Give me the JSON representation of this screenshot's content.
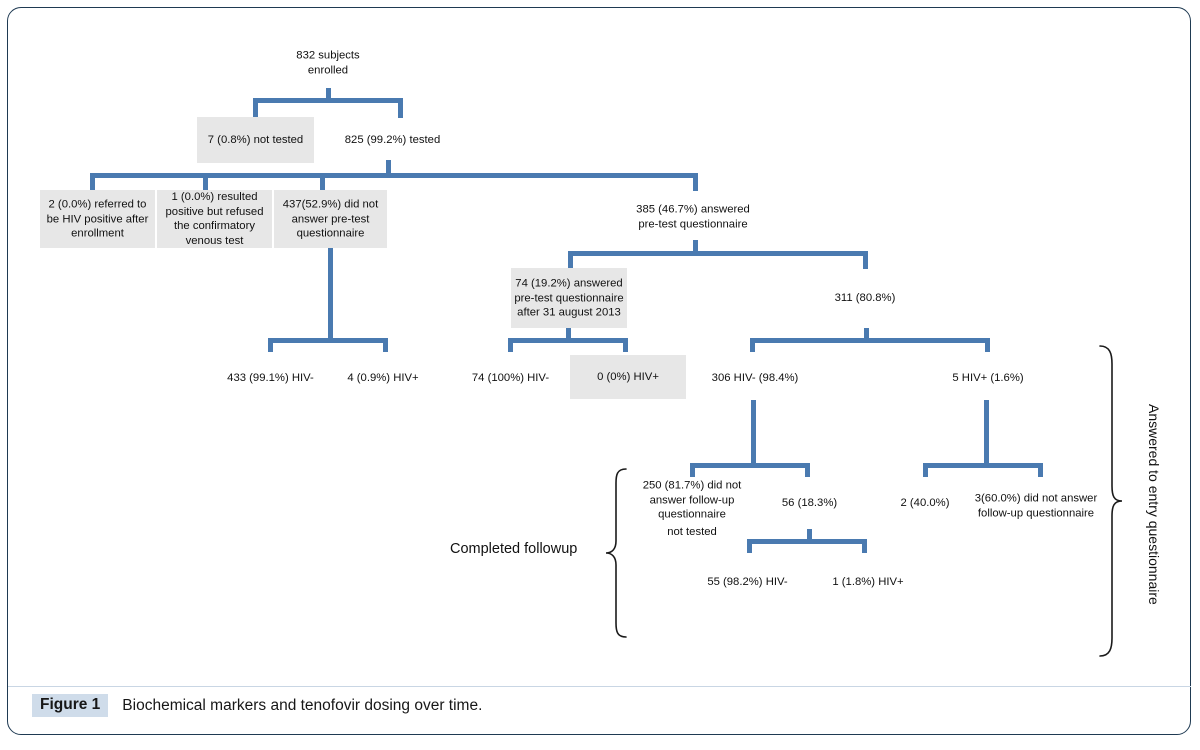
{
  "figure": {
    "label": "Figure 1",
    "caption": "Biochemical markers and tenofovir dosing over time."
  },
  "colors": {
    "connector": "#4a7ab0",
    "box_fill": "#e7e7e7",
    "frame_border": "#1f3a52",
    "caption_highlight": "#cfdcea"
  },
  "annotations": {
    "completed_followup": "Completed followup",
    "answered_entry_questionnaire": "Answered to entry questionnaire"
  },
  "chart_data": {
    "type": "diagram",
    "title": "Biochemical markers and tenofovir dosing over time.",
    "nodes": [
      {
        "id": "enrolled",
        "text": "832 subjects\nenrolled",
        "boxed": false
      },
      {
        "id": "not_tested",
        "text": "7 (0.8%) not tested",
        "boxed": true
      },
      {
        "id": "tested",
        "text": "825 (99.2%) tested",
        "boxed": false
      },
      {
        "id": "referred_hiv_pos",
        "text": "2 (0.0%) referred to be HIV positive after enrollment",
        "boxed": true
      },
      {
        "id": "refused_venous",
        "text": "1 (0.0%) resulted positive but refused the confirmatory venous test",
        "boxed": true
      },
      {
        "id": "no_pretest",
        "text": "437(52.9%) did not answer pre-test questionnaire",
        "boxed": true
      },
      {
        "id": "answered_pretest",
        "text": "385 (46.7%) answered pre-test questionnaire",
        "boxed": false
      },
      {
        "id": "after_aug2013",
        "text": "74 (19.2%) answered pre-test questionnaire after 31 august 2013",
        "boxed": true
      },
      {
        "id": "n311",
        "text": "311 (80.8%)",
        "boxed": false
      },
      {
        "id": "hivneg_433",
        "text": "433 (99.1%) HIV-",
        "boxed": false
      },
      {
        "id": "hivpos_4",
        "text": "4 (0.9%) HIV+",
        "boxed": false
      },
      {
        "id": "hivneg_74",
        "text": "74 (100%) HIV-",
        "boxed": false
      },
      {
        "id": "hivpos_0",
        "text": "0 (0%) HIV+",
        "boxed": true
      },
      {
        "id": "hivneg_306",
        "text": "306 HIV- (98.4%)",
        "boxed": false
      },
      {
        "id": "hivpos_5",
        "text": "5 HIV+ (1.6%)",
        "boxed": false
      },
      {
        "id": "no_followup_250",
        "text": "250 (81.7%) did not answer follow-up questionnaire",
        "boxed": false
      },
      {
        "id": "not_tested_250",
        "text": "not tested",
        "boxed": false
      },
      {
        "id": "n56",
        "text": "56 (18.3%)",
        "boxed": false
      },
      {
        "id": "n2_40",
        "text": "2 (40.0%)",
        "boxed": false
      },
      {
        "id": "no_followup_3",
        "text": "3(60.0%) did not answer follow-up  questionnaire",
        "boxed": false
      },
      {
        "id": "hivneg_55",
        "text": "55 (98.2%) HIV-",
        "boxed": false
      },
      {
        "id": "hivpos_1",
        "text": "1 (1.8%) HIV+",
        "boxed": false
      }
    ],
    "edges": [
      {
        "from": "enrolled",
        "to": [
          "not_tested",
          "tested"
        ]
      },
      {
        "from": "tested",
        "to": [
          "referred_hiv_pos",
          "refused_venous",
          "no_pretest",
          "answered_pretest"
        ]
      },
      {
        "from": "no_pretest",
        "to": [
          "hivneg_433",
          "hivpos_4"
        ]
      },
      {
        "from": "answered_pretest",
        "to": [
          "after_aug2013",
          "n311"
        ]
      },
      {
        "from": "after_aug2013",
        "to": [
          "hivneg_74",
          "hivpos_0"
        ]
      },
      {
        "from": "n311",
        "to": [
          "hivneg_306",
          "hivpos_5"
        ]
      },
      {
        "from": "hivneg_306",
        "to": [
          "no_followup_250",
          "n56"
        ]
      },
      {
        "from": "hivpos_5",
        "to": [
          "n2_40",
          "no_followup_3"
        ]
      },
      {
        "from": "n56",
        "to": [
          "hivneg_55",
          "hivpos_1"
        ]
      }
    ]
  },
  "text": {
    "enrolled_l1": "832 subjects",
    "enrolled_l2": "enrolled",
    "not_tested": "7 (0.8%) not tested",
    "tested": "825 (99.2%) tested",
    "referred_hiv_pos": "2 (0.0%) referred to be HIV positive after enrollment",
    "refused_venous": "1 (0.0%) resulted positive but refused the confirmatory venous test",
    "no_pretest": "437(52.9%) did not answer pre-test questionnaire",
    "answered_pretest_l1": "385 (46.7%) answered",
    "answered_pretest_l2": "pre-test questionnaire",
    "after_aug2013": "74 (19.2%) answered pre-test questionnaire after 31 august 2013",
    "n311": "311 (80.8%)",
    "hivneg_433": "433 (99.1%) HIV-",
    "hivpos_4": "4 (0.9%) HIV+",
    "hivneg_74": "74 (100%) HIV-",
    "hivpos_0": "0 (0%) HIV+",
    "hivneg_306": "306 HIV- (98.4%)",
    "hivpos_5": "5 HIV+ (1.6%)",
    "no_followup_250": "250 (81.7%) did not answer follow-up questionnaire",
    "not_tested_250": "not tested",
    "n56": "56 (18.3%)",
    "n2_40": "2 (40.0%)",
    "no_followup_3": "3(60.0%) did not answer follow-up  questionnaire",
    "hivneg_55": "55 (98.2%) HIV-",
    "hivpos_1": "1 (1.8%) HIV+"
  }
}
